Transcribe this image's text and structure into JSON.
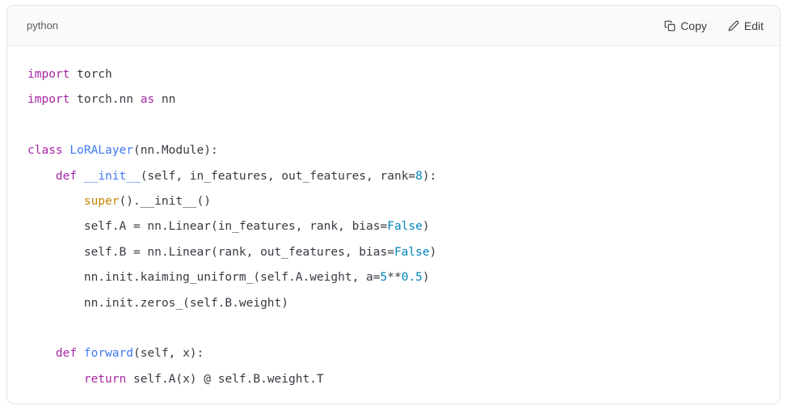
{
  "header": {
    "language": "python",
    "copy_label": "Copy",
    "edit_label": "Edit"
  },
  "colors": {
    "plain": "#383a42",
    "keyword": "#a626a4",
    "title": "#4078f2",
    "builtin": "#c18401",
    "literal": "#0184bc",
    "header_bg": "#fafafa",
    "card_border": "#e3e3e3"
  },
  "code": {
    "lines": [
      [
        {
          "t": "kw",
          "v": "import"
        },
        {
          "t": "pl",
          "v": " torch"
        }
      ],
      [
        {
          "t": "kw",
          "v": "import"
        },
        {
          "t": "pl",
          "v": " torch.nn "
        },
        {
          "t": "kw",
          "v": "as"
        },
        {
          "t": "pl",
          "v": " nn"
        }
      ],
      [],
      [
        {
          "t": "kw",
          "v": "class"
        },
        {
          "t": "pl",
          "v": " "
        },
        {
          "t": "fn",
          "v": "LoRALayer"
        },
        {
          "t": "pl",
          "v": "(nn.Module):"
        }
      ],
      [
        {
          "t": "pl",
          "v": "    "
        },
        {
          "t": "kw",
          "v": "def"
        },
        {
          "t": "pl",
          "v": " "
        },
        {
          "t": "fn",
          "v": "__init__"
        },
        {
          "t": "pl",
          "v": "(self, in_features, out_features, rank="
        },
        {
          "t": "lit",
          "v": "8"
        },
        {
          "t": "pl",
          "v": "):"
        }
      ],
      [
        {
          "t": "pl",
          "v": "        "
        },
        {
          "t": "bi",
          "v": "super"
        },
        {
          "t": "pl",
          "v": "().__init__()"
        }
      ],
      [
        {
          "t": "pl",
          "v": "        self.A = nn.Linear(in_features, rank, bias="
        },
        {
          "t": "lit",
          "v": "False"
        },
        {
          "t": "pl",
          "v": ")"
        }
      ],
      [
        {
          "t": "pl",
          "v": "        self.B = nn.Linear(rank, out_features, bias="
        },
        {
          "t": "lit",
          "v": "False"
        },
        {
          "t": "pl",
          "v": ")"
        }
      ],
      [
        {
          "t": "pl",
          "v": "        nn.init.kaiming_uniform_(self.A.weight, a="
        },
        {
          "t": "lit",
          "v": "5"
        },
        {
          "t": "pl",
          "v": "**"
        },
        {
          "t": "lit",
          "v": "0.5"
        },
        {
          "t": "pl",
          "v": ")"
        }
      ],
      [
        {
          "t": "pl",
          "v": "        nn.init.zeros_(self.B.weight)"
        }
      ],
      [],
      [
        {
          "t": "pl",
          "v": "    "
        },
        {
          "t": "kw",
          "v": "def"
        },
        {
          "t": "pl",
          "v": " "
        },
        {
          "t": "fn",
          "v": "forward"
        },
        {
          "t": "pl",
          "v": "(self, x):"
        }
      ],
      [
        {
          "t": "pl",
          "v": "        "
        },
        {
          "t": "kw",
          "v": "return"
        },
        {
          "t": "pl",
          "v": " self.A(x) @ self.B.weight.T"
        }
      ]
    ]
  }
}
